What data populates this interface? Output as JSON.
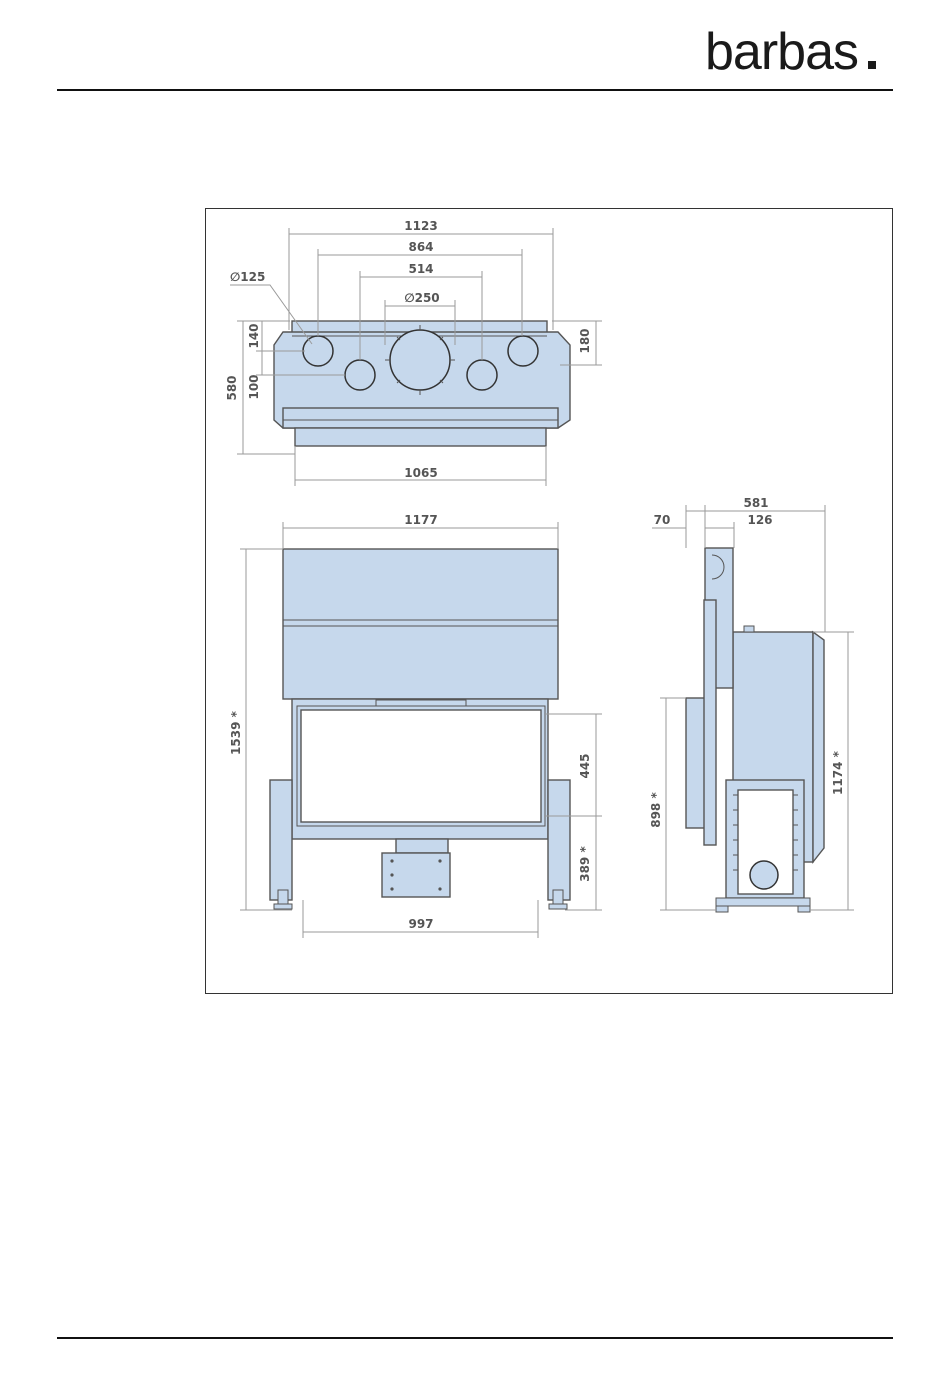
{
  "brand": {
    "name": "barbas"
  },
  "colors": {
    "body_fill": "#c6d8ec",
    "outline": "#555555",
    "dimension_text": "#555555"
  },
  "top_view": {
    "dims": {
      "width_overall": "1123",
      "flue_spacing_outer": "864",
      "flue_spacing_inner": "514",
      "small_flue_diameter": "∅125",
      "main_flue_diameter": "∅250",
      "depth_offset_a": "140",
      "depth_offset_b": "100",
      "depth_total": "580",
      "right_offset": "180",
      "bottom_width": "1065"
    }
  },
  "front_view": {
    "dims": {
      "total_width": "1177",
      "total_height": "1539 *",
      "glass_height": "445",
      "glass_floor_height": "389 *",
      "leg_span": "997"
    }
  },
  "side_view": {
    "dims": {
      "depth_total": "581",
      "front_offset": "70",
      "frame_depth": "126",
      "height_body": "898 *",
      "height_top": "1174 *"
    }
  }
}
